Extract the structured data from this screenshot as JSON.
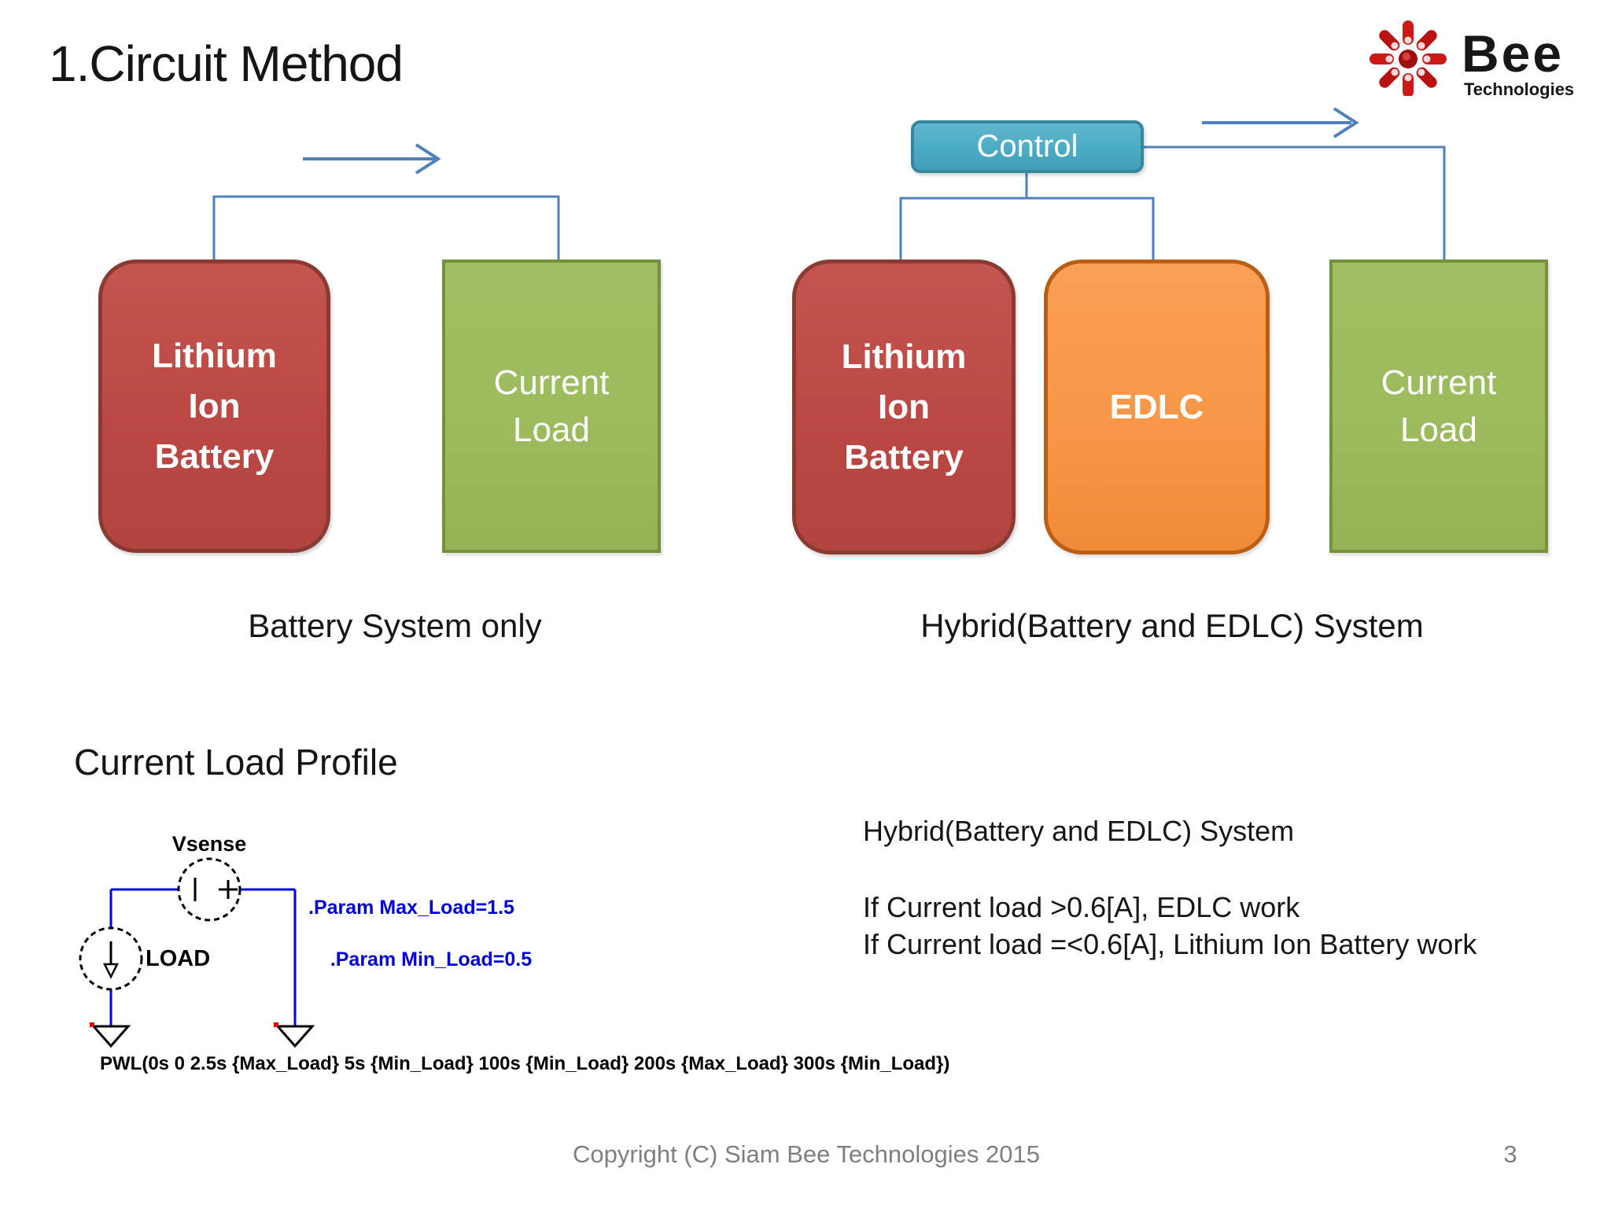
{
  "slide": {
    "title": "1.Circuit Method",
    "footer": "Copyright (C) Siam Bee Technologies 2015",
    "page_number": "3"
  },
  "logo": {
    "brand": "Bee",
    "subtitle": "Technologies"
  },
  "battery_system": {
    "caption": "Battery System only",
    "battery": {
      "line1": "Lithium",
      "line2": "Ion",
      "line3": "Battery"
    },
    "load": {
      "line1": "Current",
      "line2": "Load"
    }
  },
  "hybrid_system": {
    "caption": "Hybrid(Battery and EDLC) System",
    "control_label": "Control",
    "battery": {
      "line1": "Lithium",
      "line2": "Ion",
      "line3": "Battery"
    },
    "edlc_label": "EDLC",
    "load": {
      "line1": "Current",
      "line2": "Load"
    }
  },
  "load_profile": {
    "heading": "Current Load Profile",
    "vsense_label": "Vsense",
    "load_label": "LOAD",
    "param_line1": ".Param Max_Load=1.5",
    "param_line2": ".Param Min_Load=0.5",
    "pwl": "PWL(0s 0 2.5s {Max_Load} 5s {Min_Load} 100s {Min_Load} 200s {Max_Load} 300s {Min_Load})"
  },
  "notes": {
    "heading": "Hybrid(Battery and EDLC) System",
    "rule1": "If Current load >0.6[A], EDLC work",
    "rule2": "If Current load =<0.6[A], Lithium Ion Battery work"
  },
  "colors": {
    "battery_fill": "#BE4B47",
    "battery_border": "#8B3A33",
    "load_fill": "#9CBB5C",
    "load_border": "#75913C",
    "edlc_fill": "#F79646",
    "edlc_border": "#BB5E15",
    "control_fill": "#4BACC6",
    "control_border": "#35879E",
    "connector_blue": "#4F81BD",
    "wire_blue": "#0000DD",
    "param_blue": "#0000D8",
    "footer_gray": "#7F7F7F",
    "logo_red": "#CE1A16"
  }
}
